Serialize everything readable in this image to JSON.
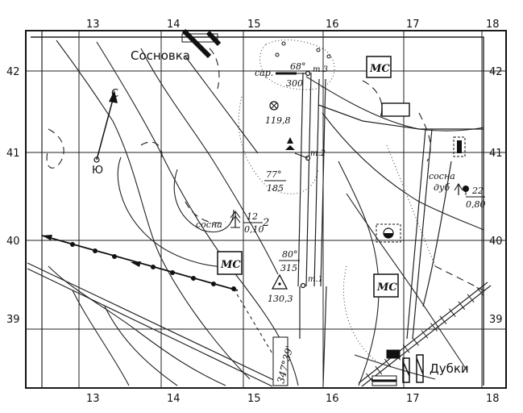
{
  "map": {
    "grid_x_labels": [
      "13",
      "14",
      "15",
      "16",
      "17",
      "18"
    ],
    "grid_y_labels": [
      "42",
      "41",
      "40",
      "39"
    ],
    "places": {
      "sosnovka": "Сосновка",
      "dubki": "Дубки"
    },
    "markers": {
      "ms_north": "МС",
      "ms_center": "МС",
      "ms_south": "МС"
    },
    "points": {
      "t1": "т.1",
      "t2": "т.2",
      "t3": "т.3"
    },
    "compass": {
      "north": "С",
      "south": "Ю"
    },
    "annotations": {
      "sar": "сар.",
      "az_68": "68°",
      "dist_300": "300",
      "height_119": "119,8",
      "az_77": "77°",
      "dist_185": "185",
      "az_80": "80°",
      "dist_315": "315",
      "height_130": "130,3",
      "bearing": "347°39'",
      "sosna_left": "сосна",
      "tree_top": "12",
      "tree_bottom": "0,10",
      "tree_count": "2",
      "sosna_right": "сосна",
      "dub": "дуб",
      "tree2_top": "22",
      "tree2_bottom": "0,80"
    }
  }
}
